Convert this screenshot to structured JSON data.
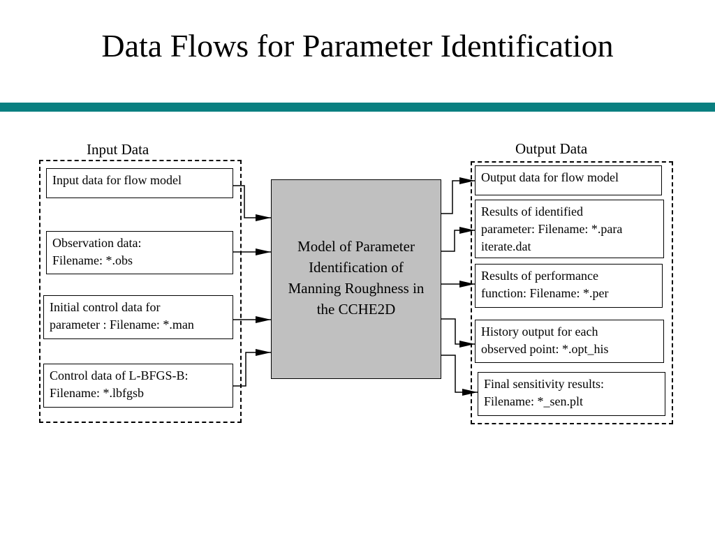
{
  "title": "Data Flows for Parameter Identification",
  "colors": {
    "accent_rule": "#0a7f80",
    "center_fill": "#c0c0c0"
  },
  "input_group": {
    "label": "Input Data",
    "boxes": [
      "Input data for flow model",
      "Observation data:\nFilename:   *.obs",
      "Initial control data for\nparameter : Filename:  *.man",
      "Control data of L-BFGS-B:\nFilename:   *.lbfgsb"
    ]
  },
  "center": {
    "label": "Model of Parameter\nIdentification of\nManning Roughness in\nthe CCHE2D"
  },
  "output_group": {
    "label": "Output Data",
    "boxes": [
      "Output data for flow model",
      "Results of identified\nparameter: Filename:  *.para\niterate.dat",
      "Results of performance\nfunction: Filename:  *.per",
      "History output for each\nobserved point:  *.opt_his",
      "Final sensitivity results:\nFilename:  *_sen.plt"
    ]
  }
}
